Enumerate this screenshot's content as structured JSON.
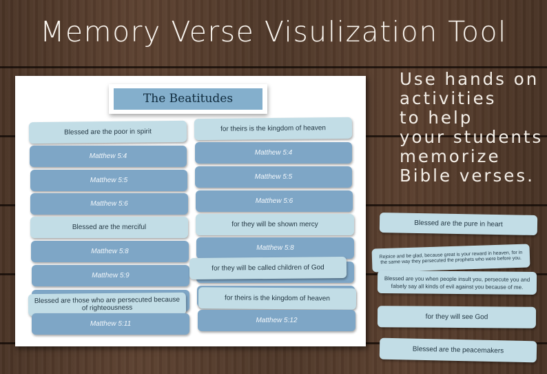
{
  "title": "Memory Verse Visulization Tool",
  "tagline": [
    "Use hands on",
    "activities",
    "to help",
    "your students",
    "memorize",
    "Bible verses."
  ],
  "banner": "The Beatitudes",
  "left_column": [
    "Blessed are the poor in spirit",
    "Matthew 5:4",
    "Matthew 5:5",
    "Matthew 5:6",
    "Blessed are the merciful",
    "Matthew 5:8",
    "Matthew 5:9",
    "Blessed are those who are persecuted because of righteousness",
    "Matthew 5:11"
  ],
  "right_column": [
    "for theirs is the kingdom of heaven",
    "Matthew 5:4",
    "Matthew 5:5",
    "Matthew 5:6",
    "for they will be shown mercy",
    "Matthew 5:8",
    "for they will be called children of God",
    "for theirs is the kingdom of heaven",
    "Matthew 5:12"
  ],
  "loose_strips": [
    "Blessed are the pure in heart",
    "Rejoice and be glad, because great is your reward in heaven, for in the same way they persecuted the prophets who were before you.",
    "Blessed are you when people insult you, persecute you and falsely say all kinds of evil against you because of me.",
    "for they will see God",
    "Blessed are the peacemakers"
  ],
  "colors": {
    "light_strip": "#c2dde6",
    "dark_strip": "#7ea6c6",
    "banner": "#84afcc",
    "wood": "#4f3829"
  }
}
